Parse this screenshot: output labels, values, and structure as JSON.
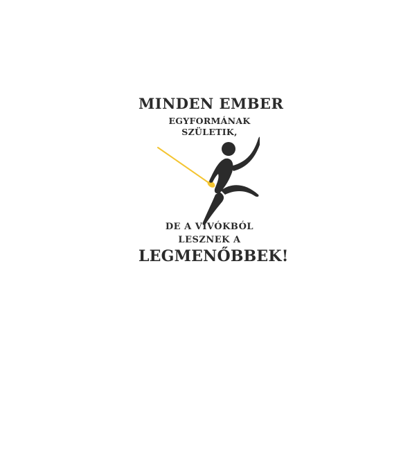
{
  "design": {
    "headline": "MINDEN EMBER",
    "line2": "EGYFORMÁNAK",
    "line3": "SZÜLETIK,",
    "line4": "DE A VÍVÓKBÓL",
    "line5": "LESZNEK A",
    "closing": "LEGMENŐBBEK!",
    "text_color": "#2b2b2b",
    "blade_color": "#f4c430",
    "figure_icon": "fencer-icon"
  }
}
